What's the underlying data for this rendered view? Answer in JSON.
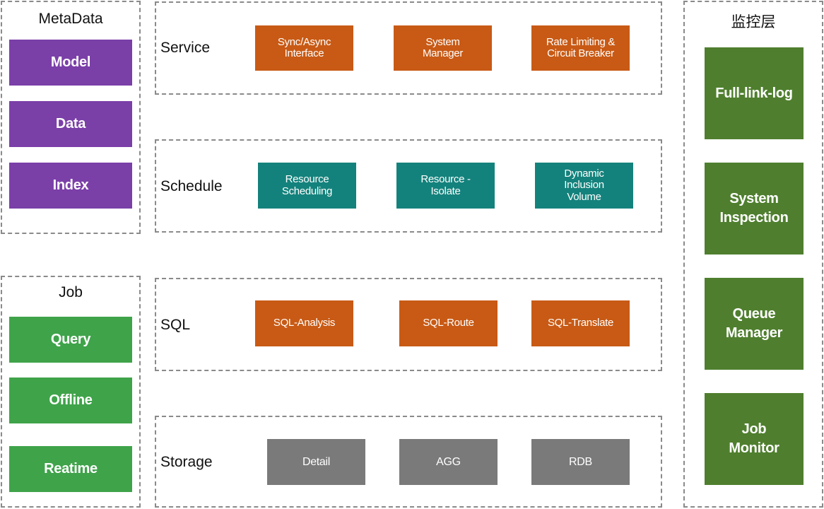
{
  "metadata": {
    "title": "MetaData",
    "items": [
      "Model",
      "Data",
      "Index"
    ]
  },
  "job": {
    "title": "Job",
    "items": [
      "Query",
      "Offline",
      "Reatime"
    ]
  },
  "layers": {
    "service": {
      "label": "Service",
      "items": [
        "Sync/Async\nInterface",
        "System\nManager",
        "Rate Limiting &\nCircuit Breaker"
      ]
    },
    "schedule": {
      "label": "Schedule",
      "items": [
        "Resource\nScheduling",
        "Resource -\nIsolate",
        "Dynamic\nInclusion\nVolume"
      ]
    },
    "sql": {
      "label": "SQL",
      "items": [
        "SQL-Analysis",
        "SQL-Route",
        "SQL-Translate"
      ]
    },
    "storage": {
      "label": "Storage",
      "items": [
        "Detail",
        "AGG",
        "RDB"
      ]
    }
  },
  "monitor": {
    "title": "监控层",
    "items": [
      "Full-link-log",
      "System\nInspection",
      "Queue\nManager",
      "Job\nMonitor"
    ]
  },
  "colors": {
    "metadata": "#7b3fa8",
    "job": "#3fa34a",
    "service": "#c85a15",
    "schedule": "#14827c",
    "sql": "#c85a15",
    "storage": "#7a7a7a",
    "monitor": "#4f7f2e"
  }
}
